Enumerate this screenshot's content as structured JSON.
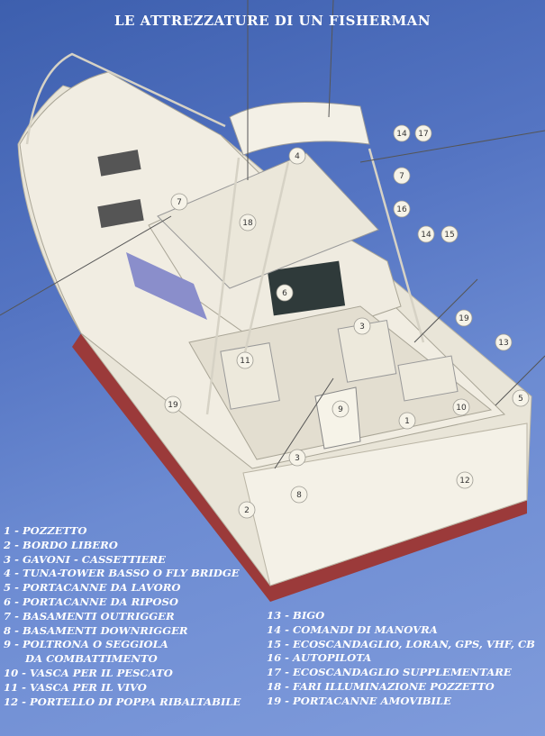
{
  "title": "LE ATTREZZATURE DI UN FISHERMAN",
  "callouts": [
    "1",
    "2",
    "3",
    "3",
    "4",
    "5",
    "6",
    "7",
    "7",
    "8",
    "9",
    "10",
    "11",
    "12",
    "13",
    "14",
    "14",
    "15",
    "16",
    "17",
    "18",
    "19",
    "19"
  ],
  "legend_left": [
    "1 - POZZETTO",
    "2 - BORDO LIBERO",
    "3 - GAVONI - CASSETTIERE",
    "4 - TUNA-TOWER BASSO O FLY BRIDGE",
    "5 - PORTACANNE DA LAVORO",
    "6 - PORTACANNE DA RIPOSO",
    "7 - BASAMENTI OUTRIGGER",
    "8 - BASAMENTI DOWNRIGGER",
    "9 - POLTRONA O SEGGIOLA",
    "DA COMBATTIMENTO",
    "10 - VASCA PER IL PESCATO",
    "11 - VASCA PER IL VIVO",
    "12 - PORTELLO DI POPPA RIBALTABILE"
  ],
  "legend_right": [
    "13 - BIGO",
    "14 - COMANDI DI MANOVRA",
    "15 - ECOSCANDAGLIO, LORAN, GPS, VHF, CB",
    "16 - AUTOPILOTA",
    "17 - ECOSCANDAGLIO SUPPLEMENTARE",
    "18 - FARI ILLUMINAZIONE POZZETTO",
    "19 - PORTACANNE AMOVIBILE"
  ],
  "colors": {
    "background": "#5575c3",
    "hull": "#f1ede2",
    "deck": "#e7e2d3",
    "bottom_paint": "#9b3a3a",
    "legend_text": "#ffffff"
  }
}
